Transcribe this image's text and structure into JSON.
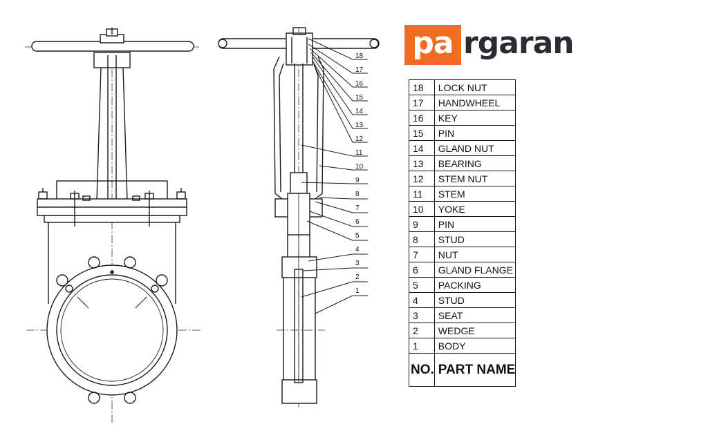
{
  "brand": {
    "highlight": "pa",
    "rest": "rgaran",
    "accent_color": "#f26b22",
    "text_color": "#2b2b33"
  },
  "parts_table": {
    "header": {
      "no": "NO.",
      "name": "PART NAME"
    },
    "rows": [
      {
        "no": "18",
        "name": "LOCK NUT"
      },
      {
        "no": "17",
        "name": "HANDWHEEL"
      },
      {
        "no": "16",
        "name": "KEY"
      },
      {
        "no": "15",
        "name": "PIN"
      },
      {
        "no": "14",
        "name": "GLAND NUT"
      },
      {
        "no": "13",
        "name": "BEARING"
      },
      {
        "no": "12",
        "name": "STEM NUT"
      },
      {
        "no": "11",
        "name": "STEM"
      },
      {
        "no": "10",
        "name": "YOKE"
      },
      {
        "no": "9",
        "name": "PIN"
      },
      {
        "no": "8",
        "name": "STUD"
      },
      {
        "no": "7",
        "name": "NUT"
      },
      {
        "no": "6",
        "name": "GLAND FLANGE"
      },
      {
        "no": "5",
        "name": "PACKING"
      },
      {
        "no": "4",
        "name": "STUD"
      },
      {
        "no": "3",
        "name": "SEAT"
      },
      {
        "no": "2",
        "name": "WEDGE"
      },
      {
        "no": "1",
        "name": "BODY"
      }
    ]
  },
  "callouts": [
    "18",
    "17",
    "16",
    "15",
    "14",
    "13",
    "12",
    "11",
    "10",
    "9",
    "8",
    "7",
    "6",
    "5",
    "4",
    "3",
    "2",
    "1"
  ]
}
